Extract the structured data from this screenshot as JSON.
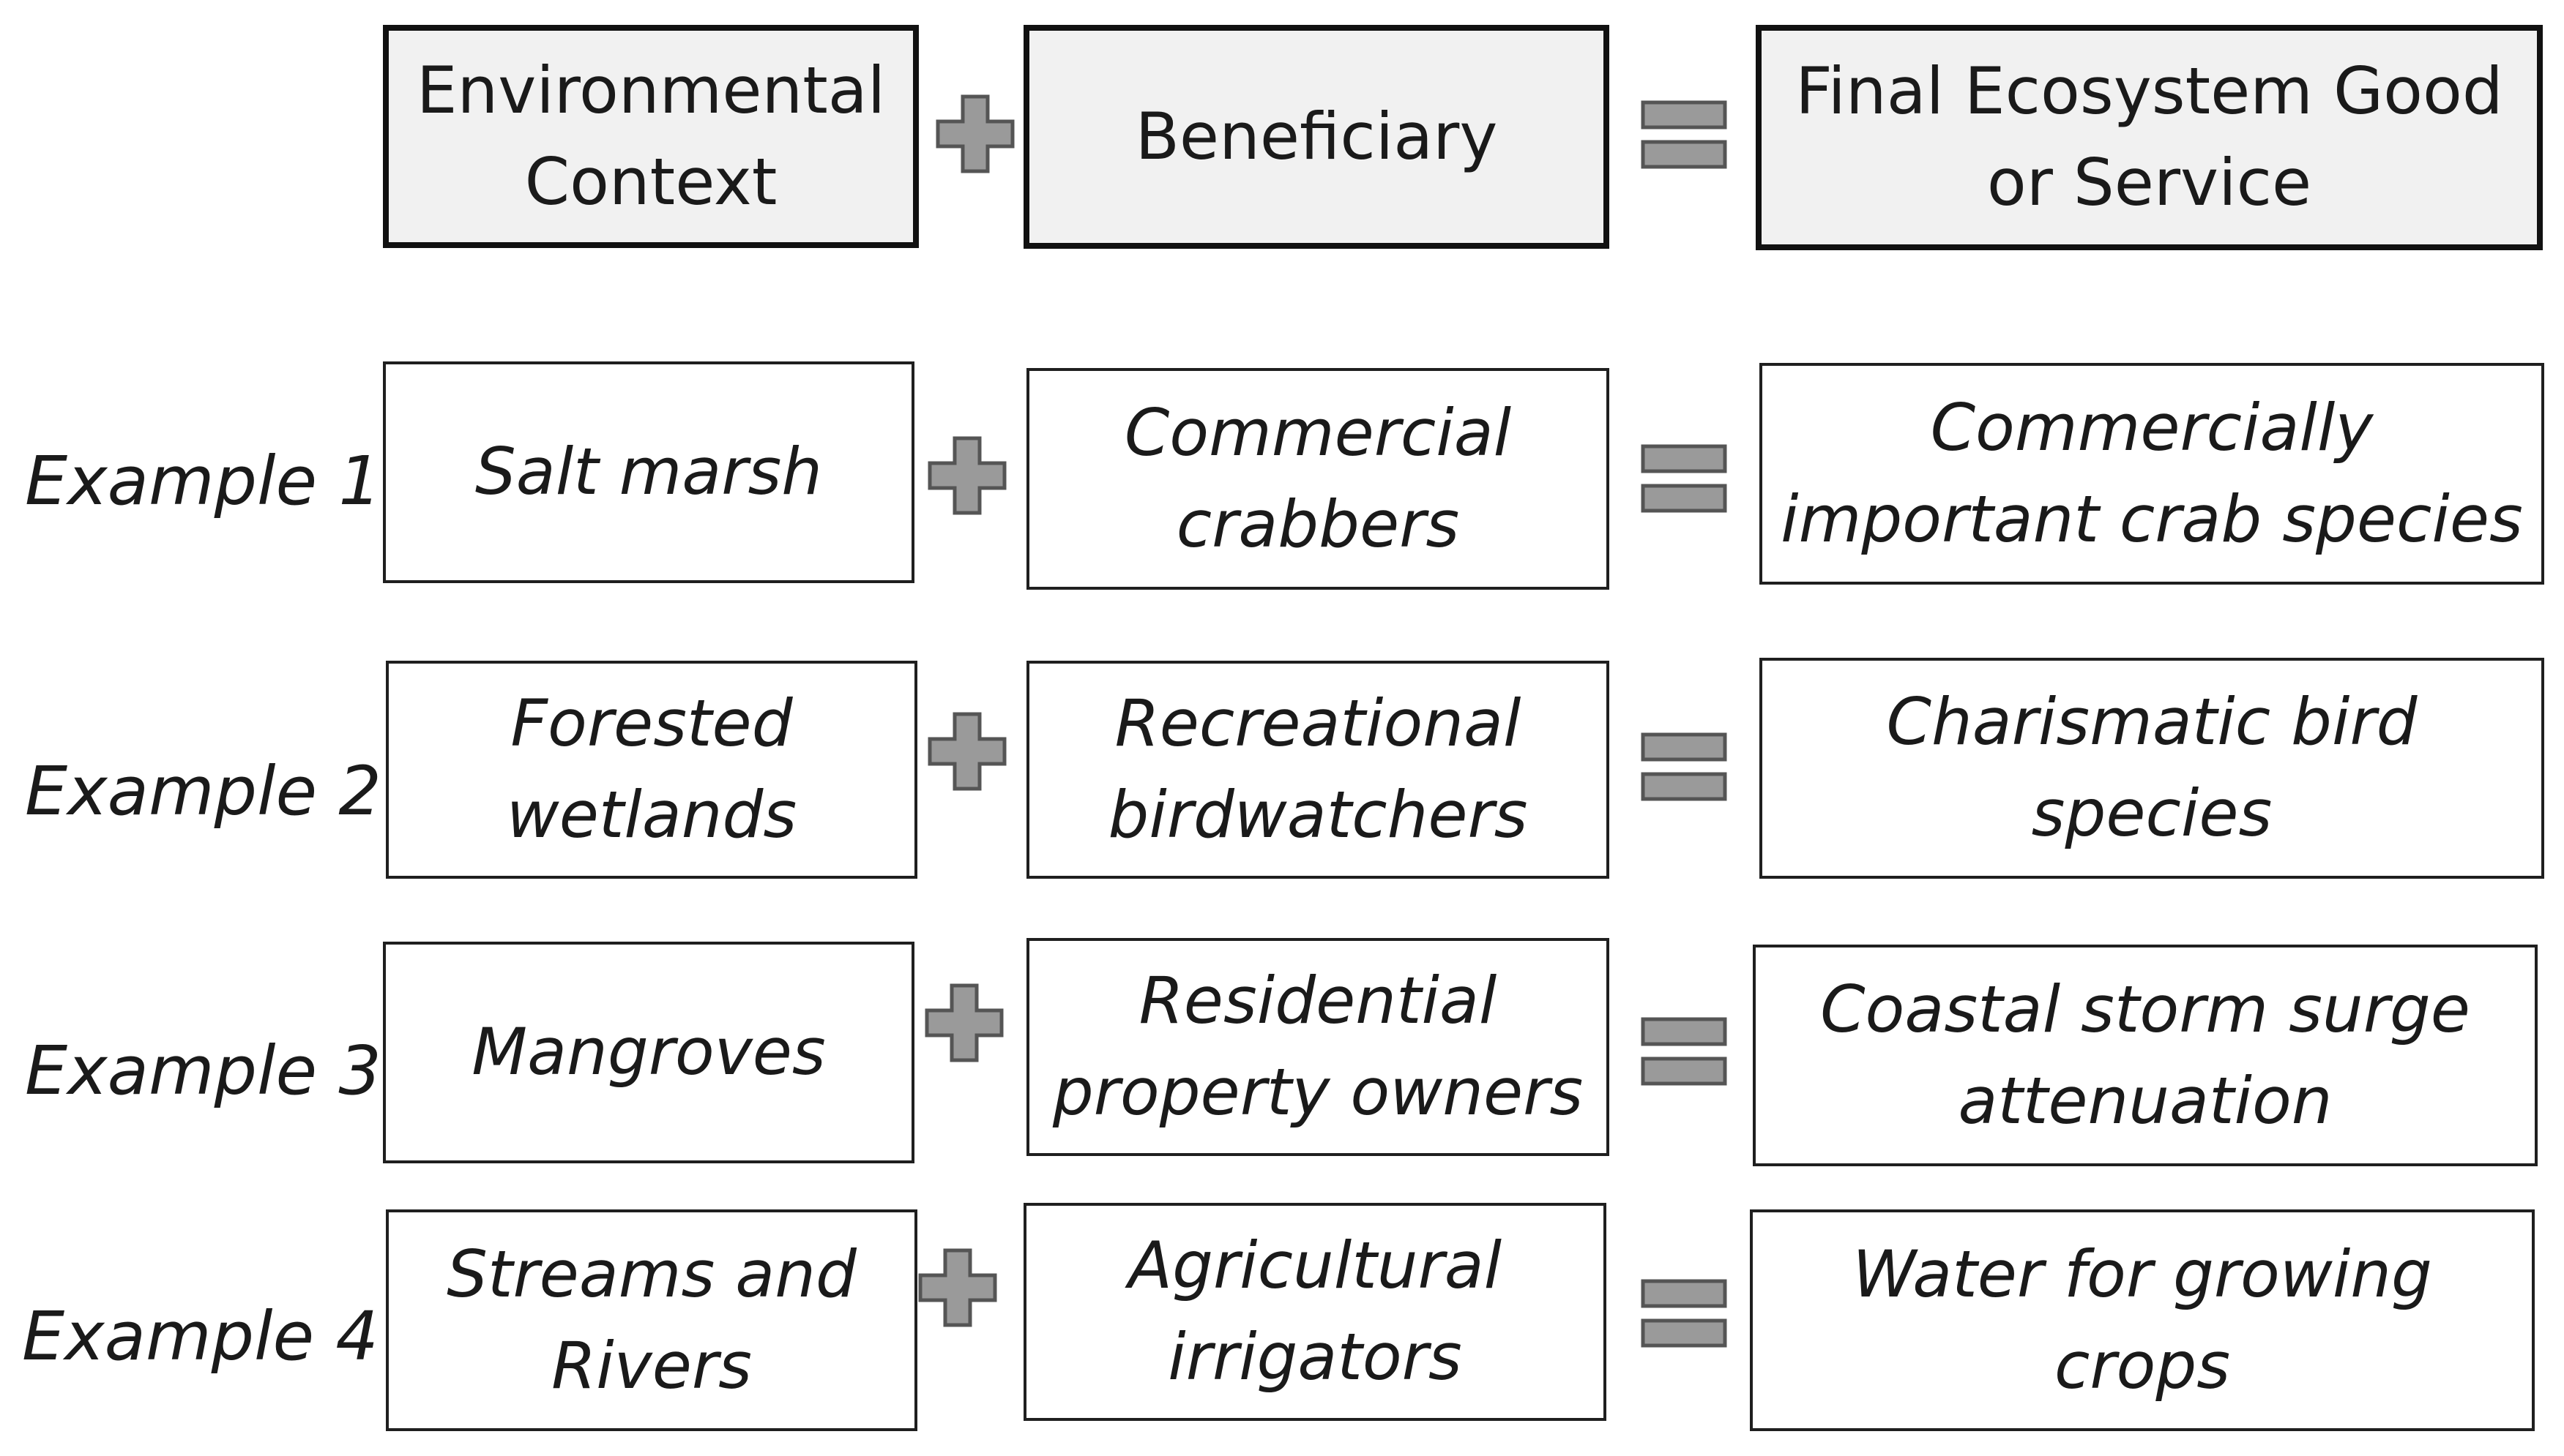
{
  "header": {
    "environmental_context": "Environmental\nContext",
    "plus_symbol": "+",
    "beneficiary": "Beneficiary",
    "equals_symbol": "=",
    "final_ecosystem": "Final Ecosystem Good\nor Service"
  },
  "examples": [
    {
      "label": "Example 1",
      "environmental_context": "Salt marsh",
      "beneficiary": "Commercial\ncrabbers",
      "final_ecosystem": "Commercially\nimportant crab species"
    },
    {
      "label": "Example 2",
      "environmental_context": "Forested\nwetlands",
      "beneficiary": "Recreational\nbirdwatchers",
      "final_ecosystem": "Charismatic bird\nspecies"
    },
    {
      "label": "Example 3",
      "environmental_context": "Mangroves",
      "beneficiary": "Residential\nproperty owners",
      "final_ecosystem": "Coastal storm surge\nattenuation"
    },
    {
      "label": "Example 4",
      "environmental_context": "Streams and\nRivers",
      "beneficiary": "Agricultural\nirrigators",
      "final_ecosystem": "Water for growing\ncrops"
    }
  ],
  "colors": {
    "operator_fill": "#9a9a9a",
    "operator_stroke": "#555555",
    "header_fill": "#f1f1f1",
    "border": "#1f1f1f"
  }
}
